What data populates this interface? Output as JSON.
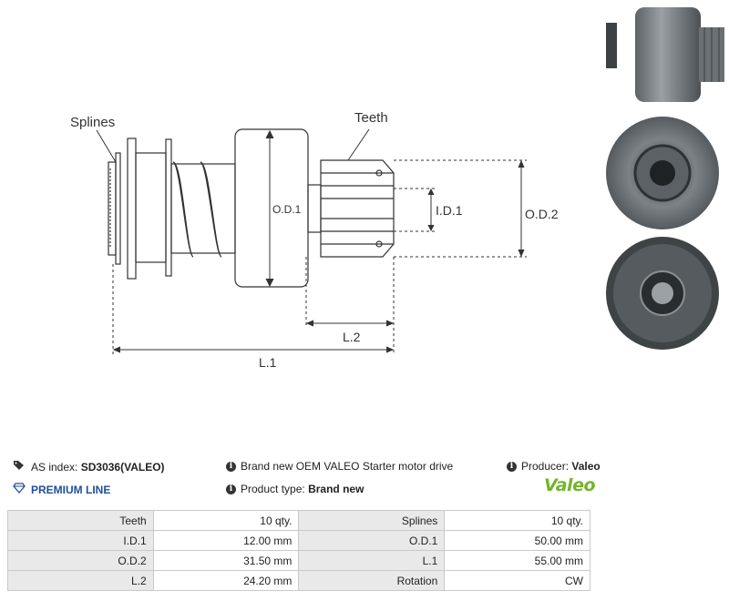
{
  "diagram": {
    "labels": {
      "splines": "Splines",
      "teeth": "Teeth",
      "od1": "O.D.1",
      "id1": "I.D.1",
      "od2": "O.D.2",
      "l2": "L.2",
      "l1": "L.1"
    }
  },
  "product": {
    "as_index_label": "AS index:",
    "as_index_value": "SD3036(VALEO)",
    "premium_line": "PREMIUM LINE",
    "description": "Brand new OEM VALEO Starter motor drive",
    "product_type_label": "Product type:",
    "product_type_value": "Brand new",
    "producer_label": "Producer:",
    "producer_value": "Valeo",
    "logo_text": "Valeo"
  },
  "specs": [
    {
      "label_a": "Teeth",
      "value_a": "10 qty.",
      "label_b": "Splines",
      "value_b": "10 qty."
    },
    {
      "label_a": "I.D.1",
      "value_a": "12.00 mm",
      "label_b": "O.D.1",
      "value_b": "50.00 mm"
    },
    {
      "label_a": "O.D.2",
      "value_a": "31.50 mm",
      "label_b": "L.1",
      "value_b": "55.00 mm"
    },
    {
      "label_a": "L.2",
      "value_a": "24.20 mm",
      "label_b": "Rotation",
      "value_b": "CW"
    }
  ],
  "colors": {
    "logo_green": "#72b52a",
    "premium_blue": "#1f4e9a",
    "table_label_bg": "#e9e9e9"
  }
}
